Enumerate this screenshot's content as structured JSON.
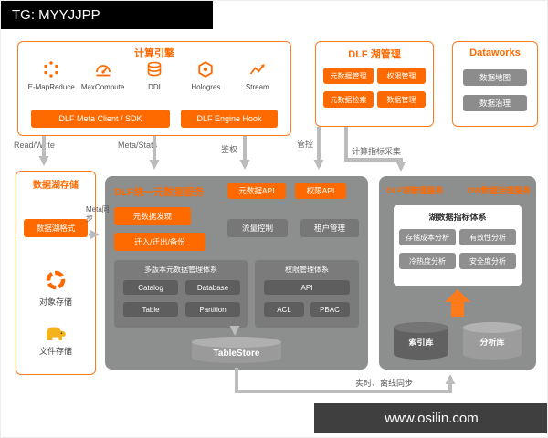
{
  "banners": {
    "top": "TG: MYYJJPP",
    "bottom": "www.osilin.com"
  },
  "compute": {
    "title": "计算引擎",
    "engines": [
      "E-MapReduce",
      "MaxCompute",
      "DDI",
      "Hologres",
      "Stream"
    ],
    "client_button": "DLF Meta Client / SDK",
    "hook_button": "DLF Engine Hook"
  },
  "lake_mgmt": {
    "title": "DLF 湖管理",
    "buttons": [
      "元数据管理",
      "权限管理",
      "元数据检索",
      "数据管理"
    ]
  },
  "dataworks": {
    "title": "Dataworks",
    "buttons": [
      "数据地图",
      "数据治理"
    ]
  },
  "storage": {
    "title": "数据湖存储",
    "format_button": "数据湖格式",
    "object_storage": "对象存储",
    "file_storage": "文件存储"
  },
  "meta_service": {
    "title": "DLF统一元数据服务",
    "api_metadata": "元数据API",
    "api_permission": "权限API",
    "discover": "元数据发现",
    "migrate": "迁入/迁出/备份",
    "traffic": "流量控制",
    "tenant": "租户管理",
    "catalog_panel": {
      "title": "多版本元数据管理体系",
      "buttons": [
        "Catalog",
        "Database",
        "Table",
        "Partition"
      ]
    },
    "perm_panel": {
      "title": "权限管理体系",
      "buttons": [
        "API",
        "ACL",
        "PBAC"
      ]
    },
    "store": "TableStore"
  },
  "services": {
    "lake_title": "DLF湖管理服务",
    "dw_title": "DW数据治理服务",
    "metrics": {
      "title": "湖数据指标体系",
      "buttons": [
        "存储成本分析",
        "有效性分析",
        "冷热度分析",
        "安全度分析"
      ]
    },
    "index_db": "索引库",
    "analysis_db": "分析库"
  },
  "arrows": {
    "read_write": "Read/Write",
    "meta_stats": "Meta/Stats",
    "auth": "鉴权",
    "control": "管控",
    "metric_collect": "计算指标采集",
    "meta_sync": "Meta同步",
    "realtime_sync": "实时、离线同步"
  },
  "colors": {
    "accent": "#FF6A00",
    "box_gray": "#8D8E8E",
    "panel_gray": "#7B7B7B"
  }
}
